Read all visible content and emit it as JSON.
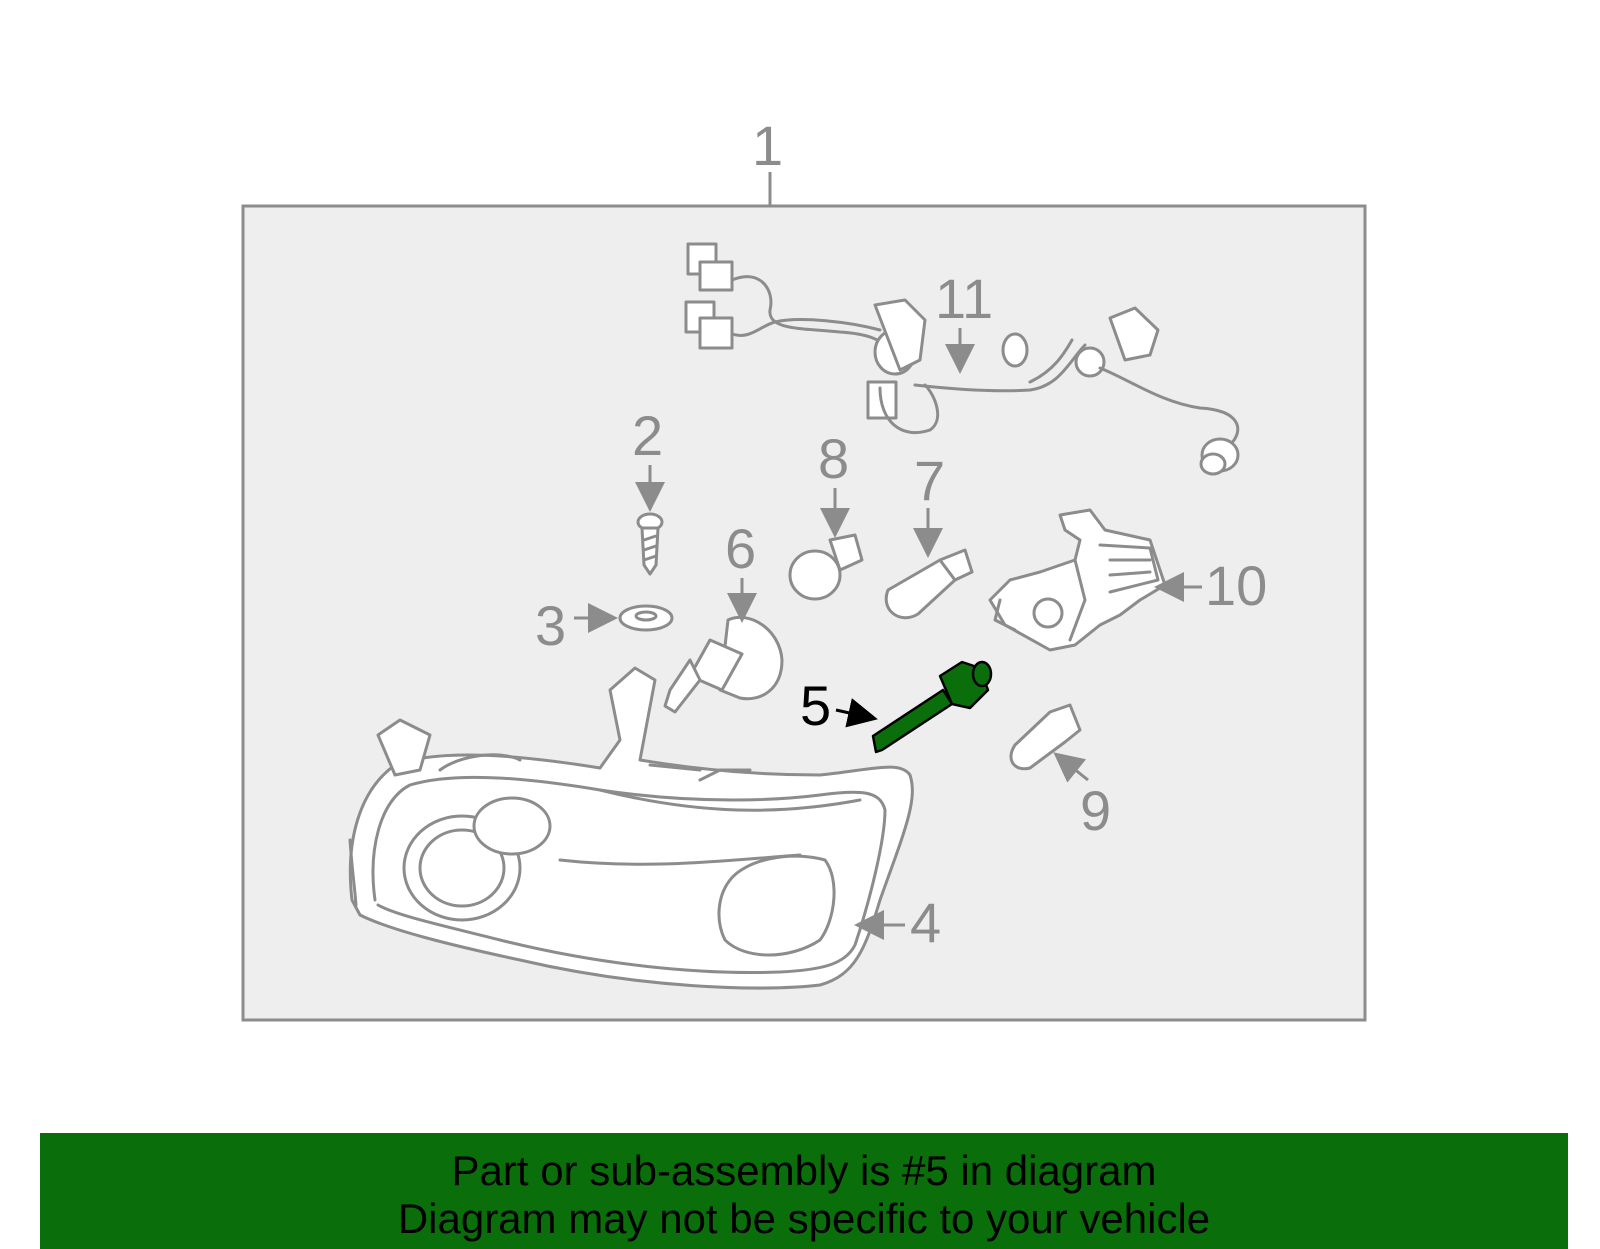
{
  "diagram": {
    "callouts": [
      {
        "id": "1",
        "label": "1"
      },
      {
        "id": "2",
        "label": "2"
      },
      {
        "id": "3",
        "label": "3"
      },
      {
        "id": "4",
        "label": "4"
      },
      {
        "id": "5",
        "label": "5"
      },
      {
        "id": "6",
        "label": "6"
      },
      {
        "id": "7",
        "label": "7"
      },
      {
        "id": "8",
        "label": "8"
      },
      {
        "id": "9",
        "label": "9"
      },
      {
        "id": "10",
        "label": "10"
      },
      {
        "id": "11",
        "label": "11"
      }
    ],
    "highlighted_part": "5",
    "colors": {
      "line": "#8c8c8c",
      "panel_fill": "#eeeeee",
      "highlight": "#0a6e0a",
      "banner": "#0a6e0a"
    }
  },
  "footer": {
    "line1": "Part or sub-assembly is #5 in diagram",
    "line2": "Diagram may not be specific to your vehicle"
  }
}
